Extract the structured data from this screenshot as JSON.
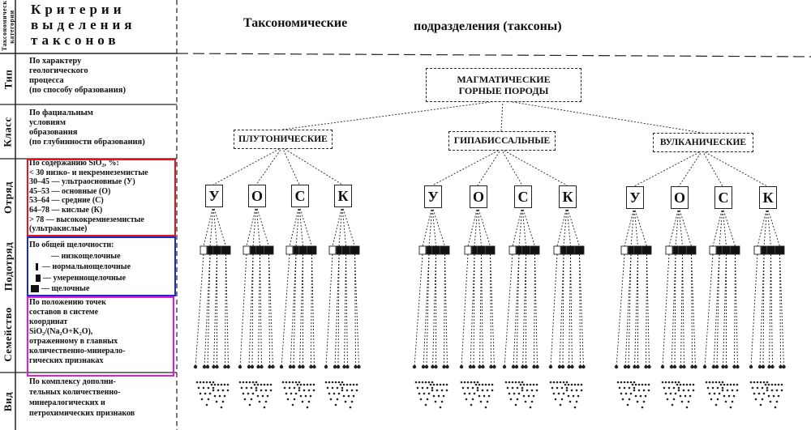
{
  "header": {
    "category_label": "Таксономические категории",
    "criteria_title_lines": [
      "Критерии",
      "выделения",
      "таксонов"
    ],
    "title_left": "Таксономические",
    "title_right": "подразделения (таксоны)"
  },
  "rows": [
    {
      "category": "Тип",
      "criterion_lines": [
        "По характеру",
        "геологического",
        "процесса",
        "(по способу образования)"
      ]
    },
    {
      "category": "Класс",
      "criterion_lines": [
        "По фациальным",
        "условиям",
        "образования",
        "(по глубинности образования)"
      ]
    },
    {
      "category": "Отряд",
      "criterion_lines": [
        "По содержанию  SiO₂, %:",
        "< 30 низко- и некремнеземистые",
        "30–45 — ультраосновные (У)",
        "45–53 — основные (О)",
        "53–64 — средние (С)",
        "64–78 — кислые (К)",
        "> 78 — высококремнеземистые",
        "(ультракислые)"
      ]
    },
    {
      "category": "Подотряд",
      "criterion_lines": [
        "По общей щелочности:",
        "— низкощелочные",
        "— нормальнощелочные",
        "— умереннощелочные",
        "— щелочные"
      ]
    },
    {
      "category": "Семейство",
      "criterion_lines": [
        "По положению точек",
        "составов в системе",
        "координат",
        "SiO₂/(Na₂O+K₂O),",
        "отраженному в главных",
        "количественно-минерало-",
        "гических признаках"
      ]
    },
    {
      "category": "Вид",
      "criterion_lines": [
        "По комплексу дополни-",
        "тельных количественно-",
        "минералогических и",
        "петрохимических признаков"
      ]
    }
  ],
  "tree": {
    "root": {
      "lines": [
        "МАГМАТИЧЕСКИЕ",
        "ГОРНЫЕ ПОРОДЫ"
      ]
    },
    "classes": [
      {
        "label": "ПЛУТОНИЧЕСКИЕ",
        "orders": [
          "У",
          "О",
          "С",
          "К"
        ]
      },
      {
        "label": "ГИПАБИССАЛЬНЫЕ",
        "orders": [
          "У",
          "О",
          "С",
          "К"
        ]
      },
      {
        "label": "ВУЛКАНИЧЕСКИЕ",
        "orders": [
          "У",
          "О",
          "С",
          "К"
        ]
      }
    ]
  },
  "colors": {
    "otryad_frame": "#e8141b",
    "podotryad_frame": "#1c2bd0",
    "semeystvo_frame": "#e31ad9",
    "line": "#222222"
  }
}
